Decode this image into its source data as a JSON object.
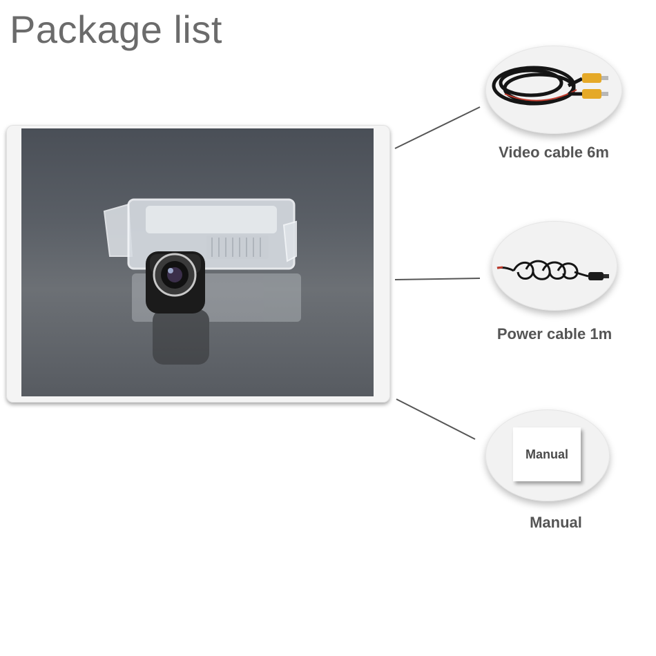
{
  "page": {
    "title": "Package list"
  },
  "items": [
    {
      "label": "Video cable 6m",
      "icon": "video-cable-icon"
    },
    {
      "label": "Power cable 1m",
      "icon": "power-cable-icon"
    },
    {
      "label": "Manual",
      "icon": "manual-icon",
      "card_text": "Manual"
    }
  ],
  "colors": {
    "title": "#6b6b6b",
    "caption": "#555555",
    "photo_bg": "#55595f"
  }
}
